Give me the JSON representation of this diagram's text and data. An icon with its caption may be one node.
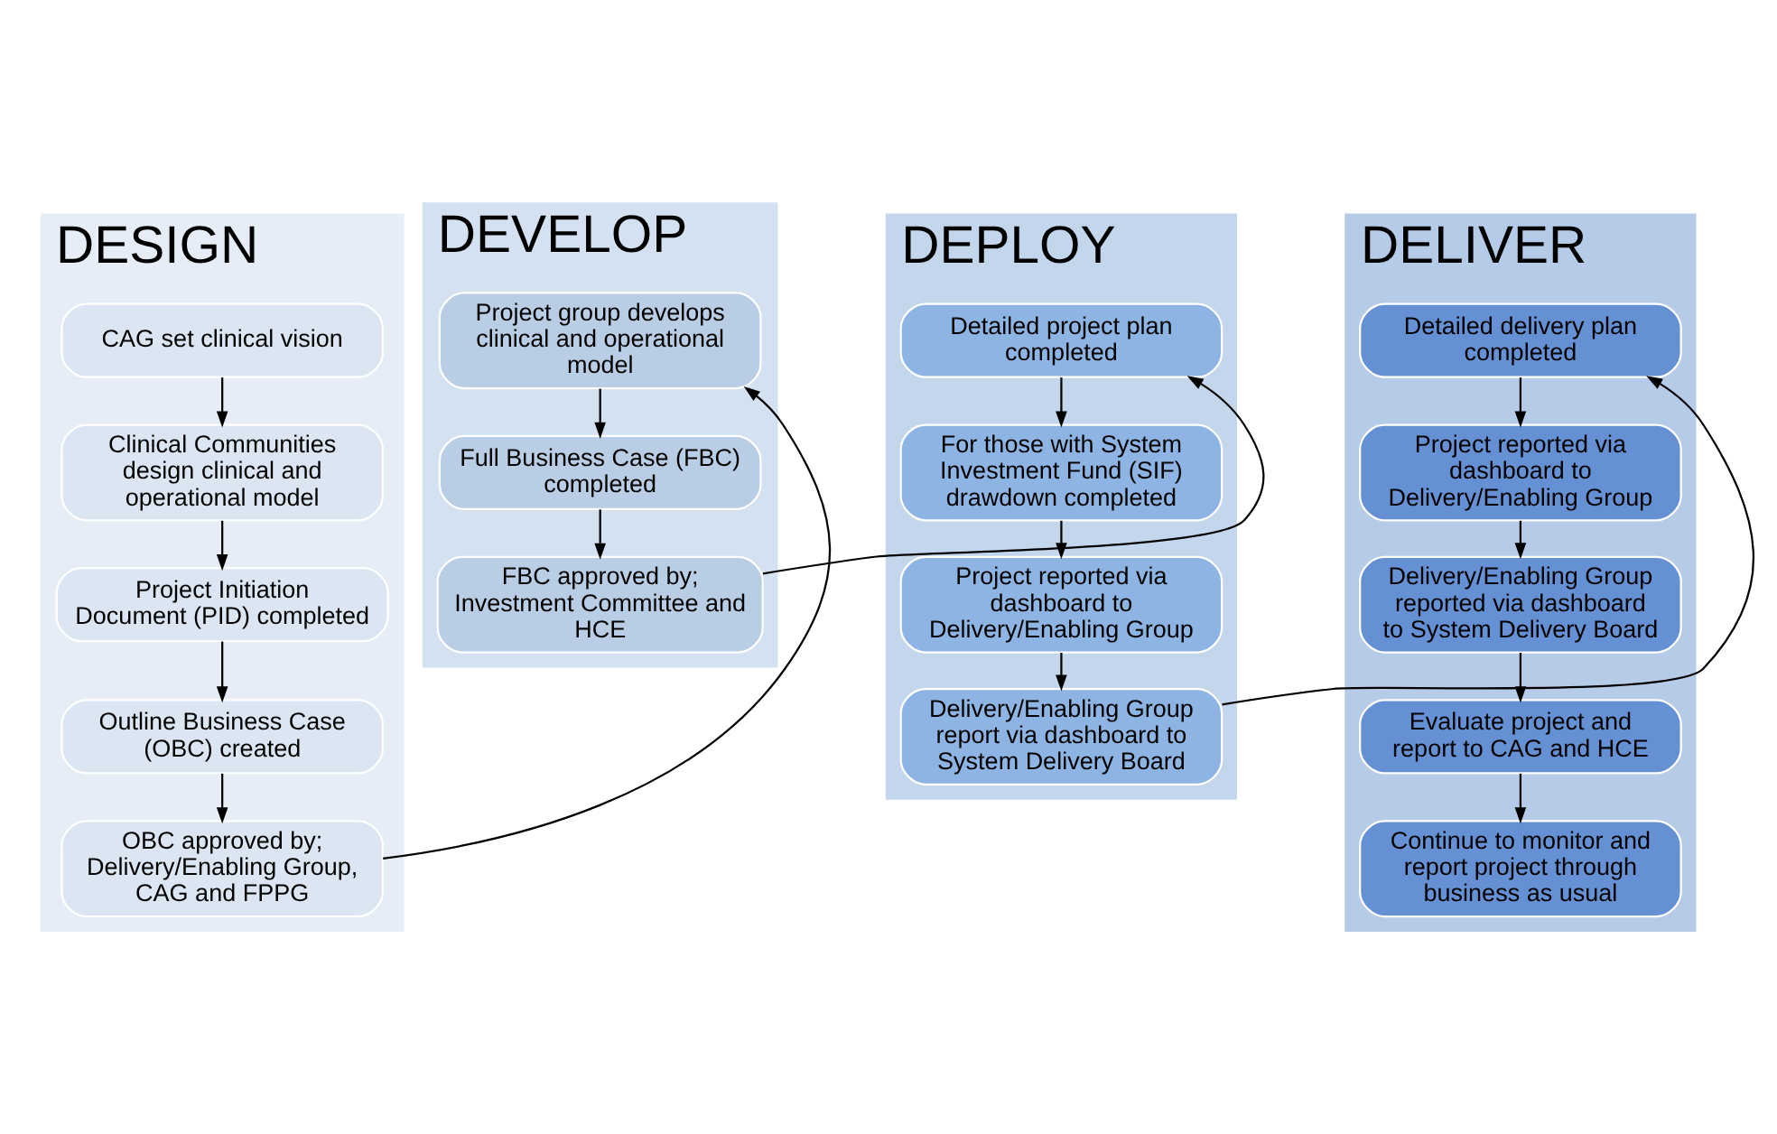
{
  "diagram": {
    "nodes": [
      {
        "text": [
          "DESIGN"
        ]
      },
      {
        "text": [
          "CAG set clinical vision"
        ],
        "in": 0
      },
      {
        "text": [
          "Clinical Communities design clinical and operational model"
        ],
        "in": 0
      },
      {
        "text": [
          "Project Initiation Document (PID) completed"
        ],
        "in": 0
      },
      {
        "text": [
          "Outline Business Case (OBC) created"
        ],
        "in": 0
      },
      {
        "text": [
          "OBC approved by; Delivery/Enabling Group, CAG and FPPG"
        ],
        "in": 0
      },
      {
        "text": [
          "DEVELOP"
        ]
      },
      {
        "text": [
          "Project group develops clinical and operational model"
        ],
        "in": 6
      },
      {
        "text": [
          "Full Business Case (FBC) completed"
        ],
        "in": 6
      },
      {
        "text": [
          "FBC approved by; Investment Committee and HCE"
        ],
        "in": 6
      },
      {
        "text": [
          "DEPLOY"
        ]
      },
      {
        "text": [
          "Detailed project plan completed"
        ],
        "in": 10
      },
      {
        "text": [
          "For those with System Investment Fund (SIF) drawdown completed"
        ],
        "in": 10
      },
      {
        "text": [
          "Project reported via dashboard to Delivery/Enabling Group"
        ],
        "in": 10
      },
      {
        "text": [
          "Delivery/Enabling Group report via dashboard to System Delivery Board"
        ],
        "in": 10
      },
      {
        "text": [
          "DELIVER"
        ]
      },
      {
        "text": [
          "Detailed delivery plan completed"
        ],
        "in": 15
      },
      {
        "text": [
          "Project reported via dashboard to Delivery/Enabling Group"
        ],
        "in": 15
      },
      {
        "text": [
          "Delivery/Enabling Group reported via dashboard to System Delivery Board"
        ],
        "in": 15
      },
      {
        "text": [
          "Evaluate project and report to CAG and HCE"
        ],
        "in": 15
      },
      {
        "text": [
          "Continue to monitor and report project through business as usual"
        ],
        "in": 15
      }
    ],
    "edges": [
      {
        "from": 1,
        "to": 2,
        "arrow": "to"
      },
      {
        "from": 2,
        "to": 3,
        "arrow": "to"
      },
      {
        "from": 3,
        "to": 4,
        "arrow": "to"
      },
      {
        "from": 4,
        "to": 5,
        "arrow": "to"
      },
      {
        "from": 5,
        "to": 7,
        "arrow": "to"
      },
      {
        "from": 7,
        "to": 8,
        "arrow": "to"
      },
      {
        "from": 8,
        "to": 9,
        "arrow": "to"
      },
      {
        "from": 9,
        "to": 11,
        "arrow": "to"
      },
      {
        "from": 11,
        "to": 12,
        "arrow": "to"
      },
      {
        "from": 12,
        "to": 13,
        "arrow": "to"
      },
      {
        "from": 13,
        "to": 14,
        "arrow": "to"
      },
      {
        "from": 14,
        "to": 16,
        "arrow": "to"
      },
      {
        "from": 16,
        "to": 17,
        "arrow": "to"
      },
      {
        "from": 17,
        "to": 18,
        "arrow": "to"
      },
      {
        "from": 18,
        "to": 19,
        "arrow": "to"
      },
      {
        "from": 19,
        "to": 20,
        "arrow": "to"
      }
    ]
  }
}
